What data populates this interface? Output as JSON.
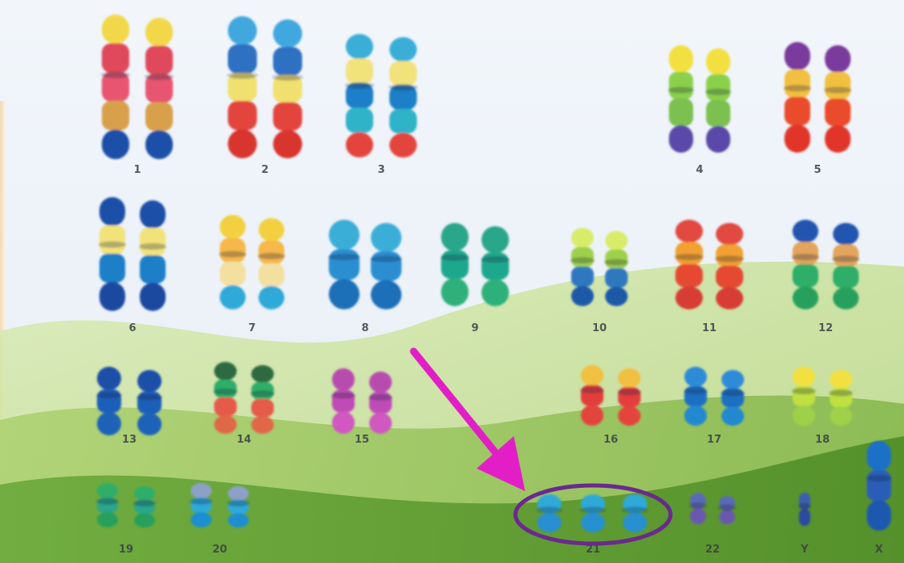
{
  "image": {
    "subject": "karyotype-trisomy-21",
    "colors": {
      "background": "#eef3f8",
      "hill_light": "#c8e09a",
      "hill_mid": "#9cc45e",
      "hill_dark": "#5e9a2e",
      "arrow": "#e21fc6",
      "circle": "#6a2a8c",
      "side_panel": "#f4e2c4"
    }
  },
  "chromosomes": [
    {
      "label": "1",
      "copies": 2
    },
    {
      "label": "2",
      "copies": 2
    },
    {
      "label": "3",
      "copies": 2
    },
    {
      "label": "4",
      "copies": 2
    },
    {
      "label": "5",
      "copies": 2
    },
    {
      "label": "6",
      "copies": 2
    },
    {
      "label": "7",
      "copies": 2
    },
    {
      "label": "8",
      "copies": 2
    },
    {
      "label": "9",
      "copies": 2
    },
    {
      "label": "10",
      "copies": 2
    },
    {
      "label": "11",
      "copies": 2
    },
    {
      "label": "12",
      "copies": 2
    },
    {
      "label": "13",
      "copies": 2
    },
    {
      "label": "14",
      "copies": 2
    },
    {
      "label": "15",
      "copies": 2
    },
    {
      "label": "16",
      "copies": 2
    },
    {
      "label": "17",
      "copies": 2
    },
    {
      "label": "18",
      "copies": 2
    },
    {
      "label": "19",
      "copies": 2
    },
    {
      "label": "20",
      "copies": 2
    },
    {
      "label": "21",
      "copies": 3,
      "highlighted": true
    },
    {
      "label": "22",
      "copies": 2
    },
    {
      "label": "Y",
      "copies": 1
    },
    {
      "label": "X",
      "copies": 1
    }
  ]
}
